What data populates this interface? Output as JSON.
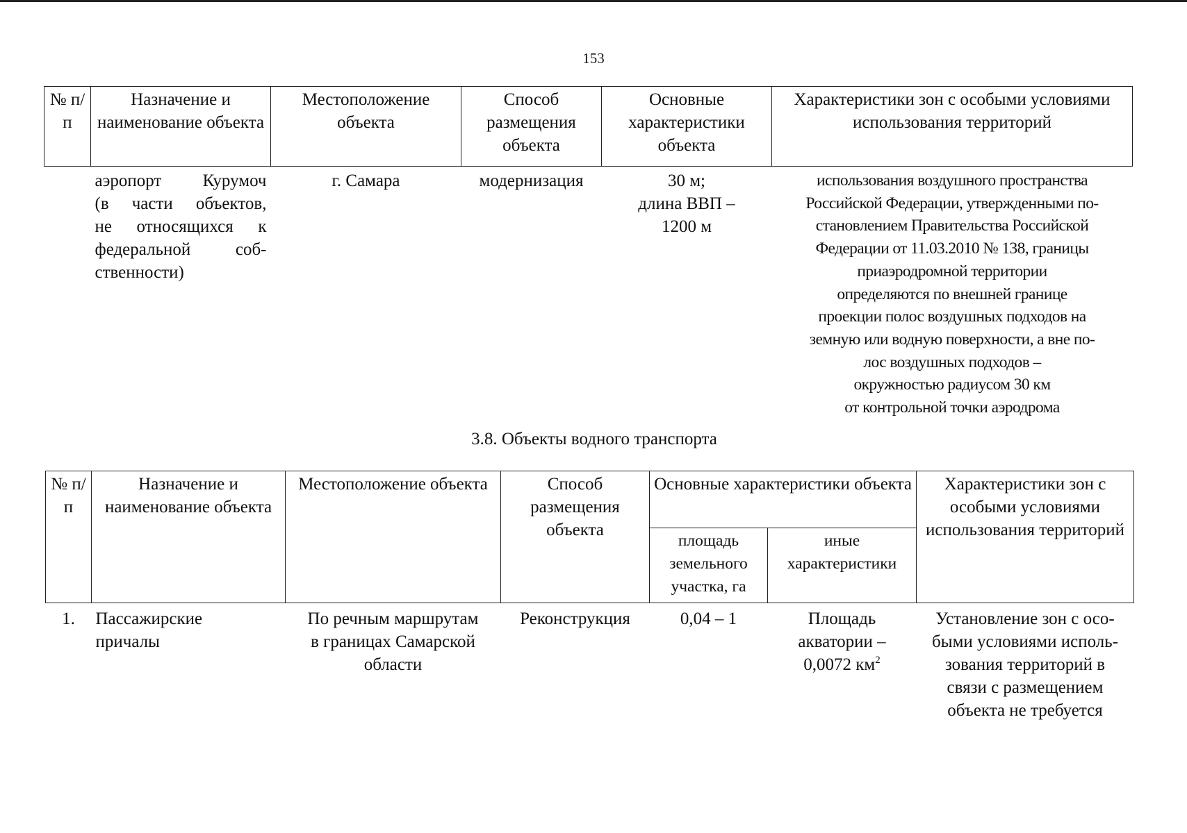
{
  "page_number": "153",
  "table1": {
    "headers": [
      "№ п/п",
      "Назначение и наименование объекта",
      "Местоположение объекта",
      "Способ размещения объекта",
      "Основные характеристики объекта",
      "Характеристики зон с особыми условиями использования территорий"
    ],
    "row": {
      "number": "",
      "name_lines": [
        "аэропорт Курумоч",
        "(в части объектов,",
        "не относящихся к",
        "федеральной соб-",
        "ственности)"
      ],
      "location": "г. Самара",
      "method": "модернизация",
      "characteristics_lines": [
        "30 м;",
        "длина ВВП –",
        "1200 м"
      ],
      "zones_lines": [
        "использования воздушного пространства",
        "Российской Федерации, утвержденными по-",
        "становлением Правительства Российской",
        "Федерации от 11.03.2010 № 138, границы",
        "приаэродромной территории",
        "определяются по внешней границе",
        "проекции полос воздушных подходов на",
        "земную или водную поверхности, а вне по-",
        "лос воздушных подходов –",
        "окружностью радиусом 30 км",
        "от контрольной точки аэродрома"
      ]
    }
  },
  "section_title": "3.8. Объекты водного транспорта",
  "table2": {
    "headers": {
      "number": "№ п/п",
      "name": "Назначение и наименование объекта",
      "location": "Местоположение объекта",
      "method": "Способ размещения объекта",
      "main_characteristics": "Основные характеристики объекта",
      "area": "площадь земельного участка, га",
      "other": "иные характеристики",
      "zones": "Характеристики зон с особыми условиями использования территорий"
    },
    "row": {
      "number": "1.",
      "name_lines": [
        "Пассажирские",
        "причалы"
      ],
      "location_lines": [
        "По речным маршрутам",
        "в границах Самарской",
        "области"
      ],
      "method": "Реконструкция",
      "area": "0,04 – 1",
      "other_lines": [
        "Площадь",
        "акватории –"
      ],
      "other_value": "0,0072 км",
      "other_sup": "2",
      "zones_lines": [
        "Установление зон с осо-",
        "быми условиями исполь-",
        "зования территорий в",
        "связи с размещением",
        "объекта не требуется"
      ]
    }
  }
}
